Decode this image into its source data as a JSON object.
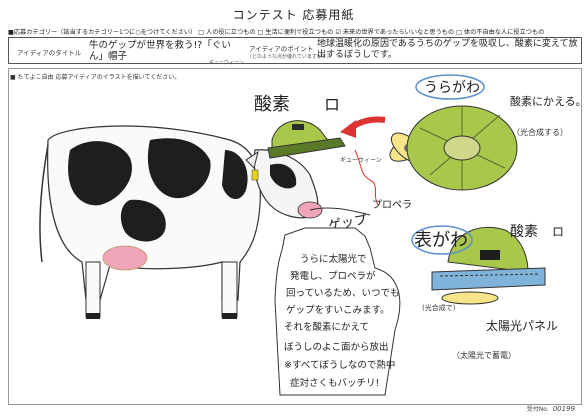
{
  "form": {
    "title": "コンテスト 応募用紙",
    "category_line": "■応募カテゴリー（該当するカテゴリー1つに○をつけてください） □ 人の役に立つもの □ 生活に便利で役立つもの ☑ 未来の世界であったらいいなと思うもの □ 体の不自由な人に役立つもの",
    "title_label": "アイディアのタイトル",
    "title_value": "牛のゲップが世界を救う!?「ぐいん」帽子",
    "title_sub": "ギューウィーン",
    "point_label": "アイディアのポイント",
    "point_sublabel": "（どのような点が優れていますか？）",
    "point_value": "地球温暖化の原因であるうちのゲップを吸収し、酸素に変えて放出するぼうしです。",
    "draw_label": "■ たてよこ自由 応募アイディアのイラストを描いてください。",
    "serial_label": "受付No.",
    "serial_value": "00199"
  },
  "illustration": {
    "label_oxygen_top": "酸素",
    "label_oxygen_right": "酸素",
    "label_oxygen_right_suffix": "ロ",
    "label_oxygen_top_suffix": "ロ",
    "label_sound": "ギューウィーン",
    "label_gep": "ゲップ",
    "label_propeller": "プロペラ",
    "label_uragawa": "うらがわ",
    "label_omotegawa": "表がわ",
    "label_convert": "酸素にかえる。",
    "label_convert_sub": "（光合成する）",
    "label_solar": "太陽光パネル",
    "label_solar_sub": "（太陽光で蓄電）",
    "label_collar": "(光合成で)",
    "jar_text": [
      "うらに太陽光で",
      "発電し、プロペラが",
      "回っているため、いつでも",
      "ゲップをすいこみます。",
      "それを酸素にかえて",
      "ぼうしのよこ面から放出",
      "※すべてぼうしなので熱中",
      "症対さくもバッチリ!"
    ]
  },
  "colors": {
    "hat_green": "#a9c74a",
    "hat_dark": "#2b2b2b",
    "udder_pink": "#f0a5b8",
    "collar_blue": "#7fb3d9",
    "arrow_red": "#d33"
  }
}
